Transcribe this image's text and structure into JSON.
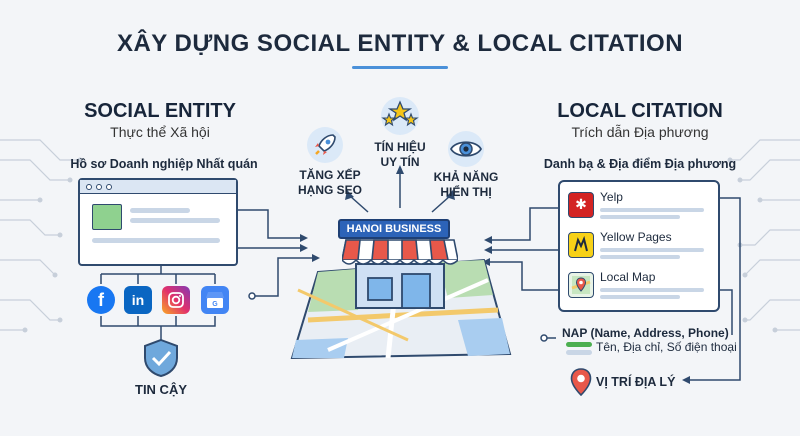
{
  "title": "XÂY DỰNG SOCIAL ENTITY & LOCAL CITATION",
  "left": {
    "heading": "SOCIAL ENTITY",
    "subheading": "Thực thể Xã hội",
    "profile_label": "Hồ sơ Doanh nghiệp Nhất quán",
    "trust_label": "TIN CẬY",
    "social_icons": [
      "facebook-icon",
      "linkedin-icon",
      "instagram-icon",
      "google-business-icon"
    ]
  },
  "center": {
    "store_sign": "HANOI BUSINESS",
    "benefits": [
      {
        "label_line1": "TĂNG XẾP",
        "label_line2": "HẠNG SEO",
        "icon": "rocket-icon"
      },
      {
        "label_line1": "TÍN HIỆU",
        "label_line2": "UY TÍN",
        "icon": "stars-icon"
      },
      {
        "label_line1": "KHẢ NĂNG",
        "label_line2": "HIỂN THỊ",
        "icon": "eye-icon"
      }
    ]
  },
  "right": {
    "heading": "LOCAL CITATION",
    "subheading": "Trích dẫn Địa phương",
    "directory_label": "Danh bạ & Địa điểm Địa phương",
    "directories": [
      {
        "label": "Yelp",
        "icon": "yelp-icon",
        "color": "#d32323"
      },
      {
        "label": "Yellow Pages",
        "icon": "yellow-pages-icon",
        "color": "#f7d117"
      },
      {
        "label": "Local Map",
        "icon": "map-icon",
        "color": "#4caf50"
      }
    ],
    "nap_title": "NAP (Name, Address, Phone)",
    "nap_sub": "Tên, Địa chỉ, Số điện thoại",
    "location_label": "VỊ TRÍ ĐỊA LÝ"
  },
  "colors": {
    "accent": "#4a90d9",
    "navy": "#2f4a6e",
    "awning_red": "#e8584a",
    "awning_white": "#ffffff",
    "sign_blue": "#2c63b8"
  }
}
